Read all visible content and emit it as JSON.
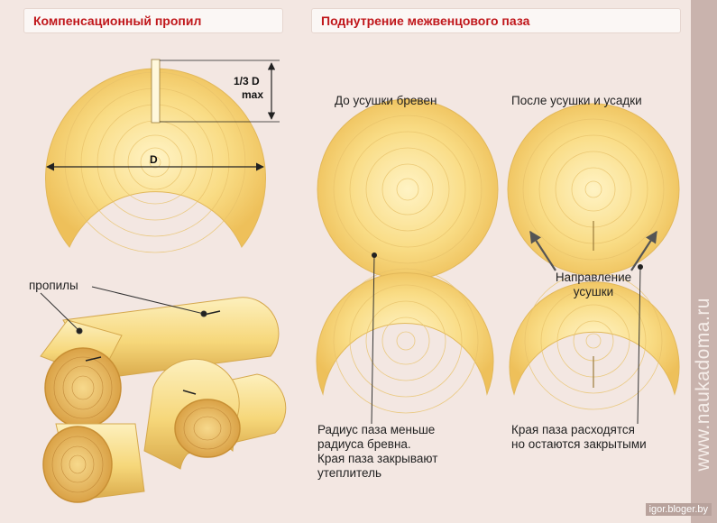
{
  "left_panel": {
    "title": "Компенсационный пропил",
    "dimension_top_label": "1/3 D",
    "dimension_bottom_label": "max",
    "diameter_label": "D",
    "cuts_label": "пропилы"
  },
  "right_panel": {
    "title": "Поднутрение межвенцового паза",
    "before_label": "До усушки бревен",
    "after_label": "После  усушки и усадки",
    "direction_label": [
      "Направление",
      "усушки"
    ],
    "before_caption": [
      "Радиус паза меньше",
      "радиуса бревна.",
      "Края паза закрывают",
      "утеплитель"
    ],
    "after_caption": [
      "Края паза расходятся",
      "но остаются закрытыми"
    ]
  },
  "watermark": "www.naukadoma.ru",
  "credit": "igor.bloger.by",
  "colors": {
    "title_text": "#c0171b",
    "wood_light": "#fbe9a0",
    "wood": "#f3cf6b",
    "wood_dark": "#c89a35",
    "background": "#f3e7e2"
  }
}
